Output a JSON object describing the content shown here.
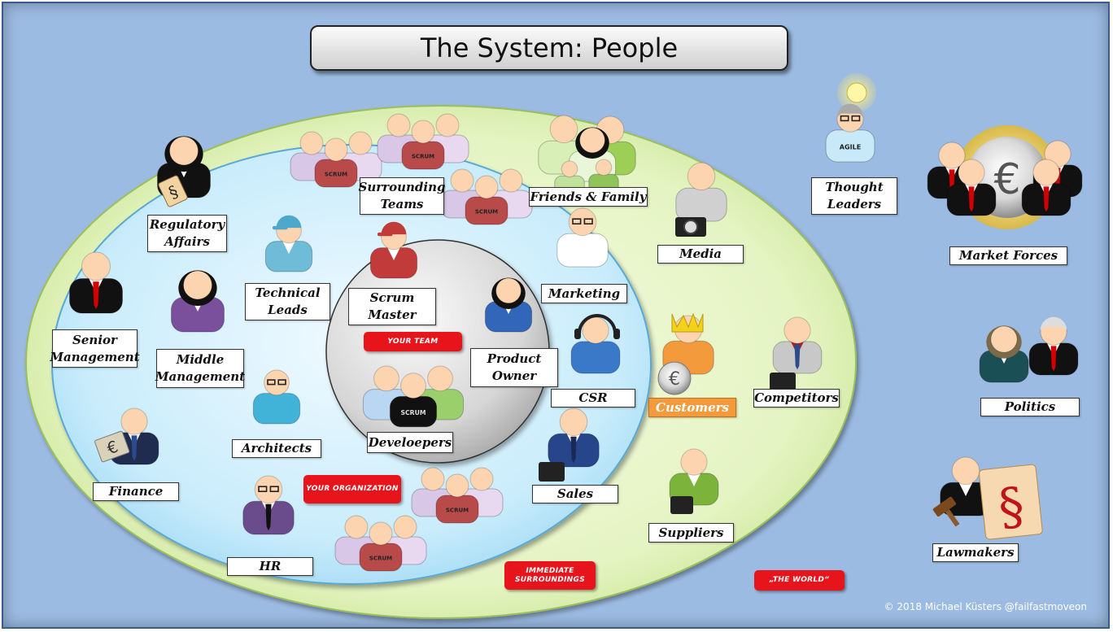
{
  "title": "The System: People",
  "copyright": "© 2018 Michael Küsters @failfastmoveon",
  "zones": {
    "your_team": "YOUR TEAM",
    "your_organization": "YOUR ORGANIZATION",
    "immediate_surroundings": "IMMEDIATE SURROUNDINGS",
    "the_world": "„THE WORLD“"
  },
  "labels": {
    "regulatory_affairs": "Regulatory Affairs",
    "surrounding_teams": "Surrounding Teams",
    "friends_family": "Friends & Family",
    "thought_leaders": "Thought Leaders",
    "market_forces": "Market Forces",
    "technical_leads": "Technical Leads",
    "scrum_master": "Scrum Master",
    "media": "Media",
    "marketing": "Marketing",
    "senior_management": "Senior Management",
    "middle_management": "Middle Management",
    "product_owner": "Product Owner",
    "csr": "CSR",
    "customers": "Customers",
    "competitors": "Competitors",
    "politics": "Politics",
    "architects": "Architects",
    "develoepers": "Develoepers",
    "finance": "Finance",
    "sales": "Sales",
    "suppliers": "Suppliers",
    "lawmakers": "Lawmakers",
    "hr": "HR"
  },
  "glyphs": {
    "scrum_shirt": "SCRUM",
    "agile_shirt": "AGILE",
    "euro": "€",
    "paragraph": "§",
    "paragraph_small": "§"
  },
  "colors": {
    "background": "#9cbbe2",
    "world_ellipse": "#e3f3c4",
    "organization_ellipse": "#c5ebfa",
    "team_circle": "#d4d4d4",
    "tag_red": "#e8141b",
    "customers_orange": "#f39a3c",
    "skin": "#fcd4b0"
  }
}
